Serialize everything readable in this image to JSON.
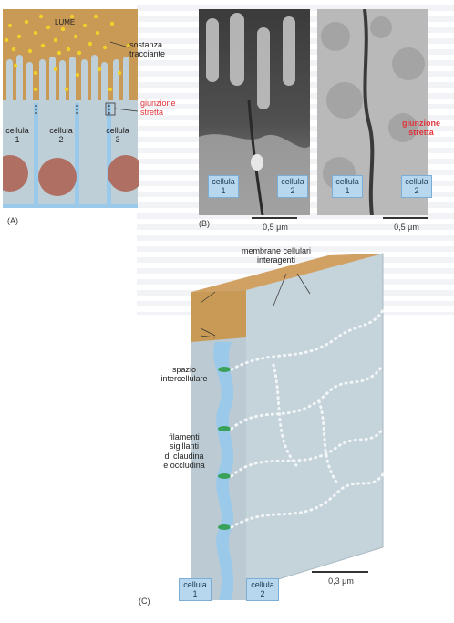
{
  "panel_a": {
    "letter": "(A)",
    "lumen_label": "LUME",
    "tracer_label": "sostanza\ntracciante",
    "junction_label": "giunzione\nstretta",
    "cells": [
      {
        "label": "cellula\n1"
      },
      {
        "label": "cellula\n2"
      },
      {
        "label": "cellula\n3"
      }
    ]
  },
  "panel_b": {
    "letter": "(B)",
    "left_cells": [
      "cellula\n1",
      "cellula\n2"
    ],
    "right_cells": [
      "cellula\n1",
      "cellula\n2"
    ],
    "junction_label": "giunzione\nstretta",
    "scale_left": "0,5 μm",
    "scale_right": "0,5 μm"
  },
  "panel_c": {
    "letter": "(C)",
    "membranes_label": "membrane cellulari\ninteragenti",
    "space_label": "spazio\nintercellulare",
    "filaments_label": "filamenti\nsigillanti\ndi claudina\ne occludina",
    "cell_left": "cellula\n1",
    "cell_right": "cellula\n2",
    "scale": "0,3 μm"
  },
  "colors": {
    "lumen": "#c99a56",
    "tracer": "#f2cf2a",
    "cell": "#bfcfd8",
    "nucleus": "#b06f63",
    "space": "#9bc9ea",
    "junction": "#e0353d",
    "seal": "#3aa15a"
  }
}
